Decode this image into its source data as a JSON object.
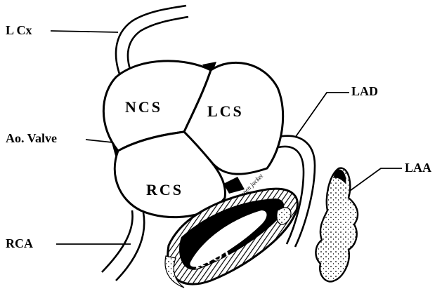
{
  "labels": {
    "lcx": "L Cx",
    "ao_valve": "Ao. Valve",
    "rca": "RCA",
    "lad": "LAD",
    "laa": "LAA",
    "ncs": "NCS",
    "lcs": "LCS",
    "rcs": "RCS",
    "rvot": "RVOT",
    "signature": "aspen jacket"
  }
}
